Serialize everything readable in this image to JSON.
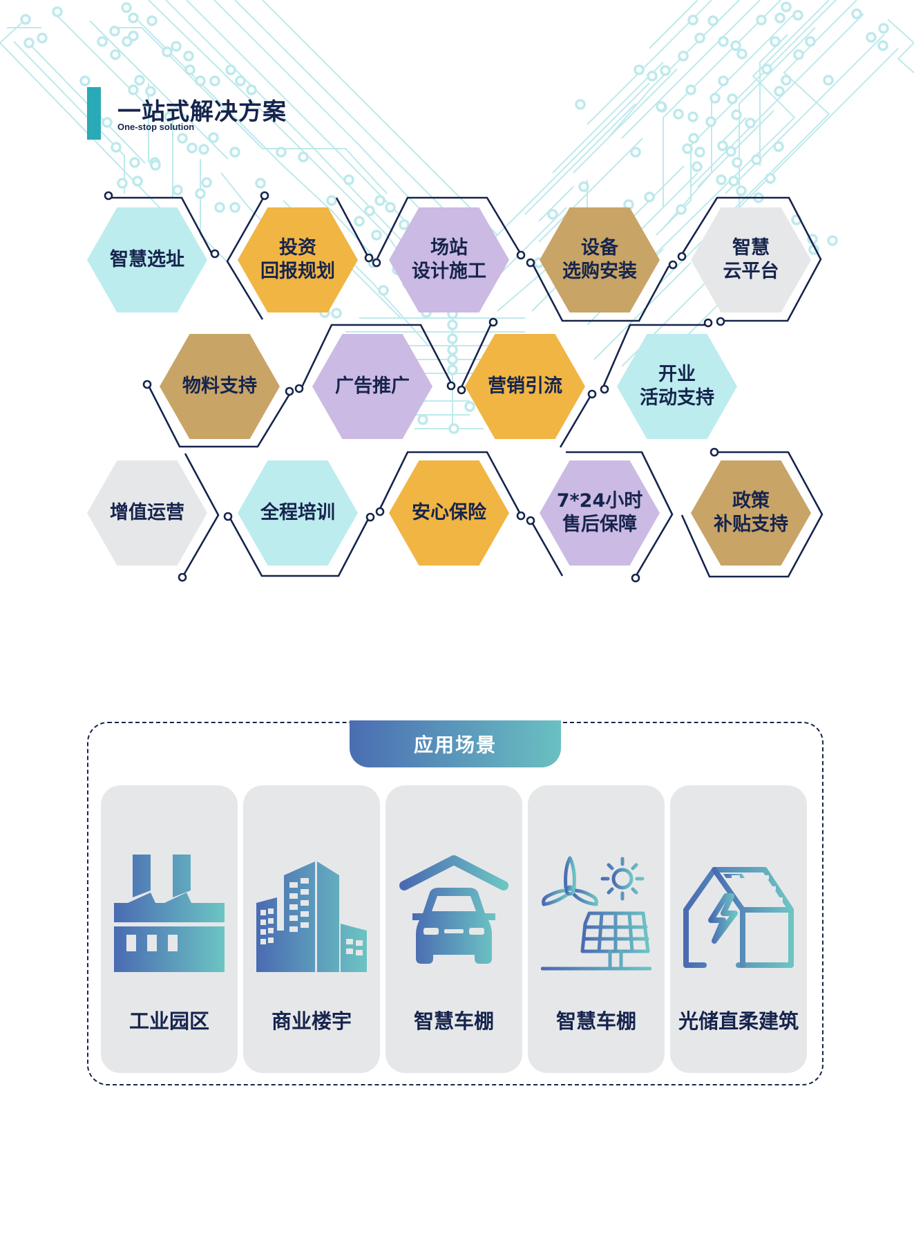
{
  "header": {
    "title": "一站式解决方案",
    "subtitle": "One-stop solution",
    "accent_color": "#2aa9b6"
  },
  "colors": {
    "cyan": "#bcecee",
    "orange": "#f0b543",
    "lavender": "#cbbae3",
    "tan": "#c8a467",
    "gray": "#e6e7e9",
    "navy": "#16244d",
    "circuit": "#bde9ec"
  },
  "solutions": {
    "row1": [
      {
        "label": "智慧选址",
        "color": "cyan"
      },
      {
        "label": "投资\n回报规划",
        "color": "orange"
      },
      {
        "label": "场站\n设计施工",
        "color": "lavender"
      },
      {
        "label": "设备\n选购安装",
        "color": "tan"
      },
      {
        "label": "智慧\n云平台",
        "color": "gray"
      }
    ],
    "row2": [
      {
        "label": "物料支持",
        "color": "tan"
      },
      {
        "label": "广告推广",
        "color": "lavender"
      },
      {
        "label": "营销引流",
        "color": "orange"
      },
      {
        "label": "开业\n活动支持",
        "color": "cyan"
      }
    ],
    "row3": [
      {
        "label": "增值运营",
        "color": "gray"
      },
      {
        "label": "全程培训",
        "color": "cyan"
      },
      {
        "label": "安心保险",
        "color": "orange"
      },
      {
        "label": "7*24小时\n售后保障",
        "color": "lavender"
      },
      {
        "label": "政策\n补贴支持",
        "color": "tan"
      }
    ]
  },
  "scenarios": {
    "title": "应用场景",
    "items": [
      {
        "label": "工业园区",
        "icon": "factory-icon"
      },
      {
        "label": "商业楼宇",
        "icon": "office-building-icon"
      },
      {
        "label": "智慧车棚",
        "icon": "car-garage-icon"
      },
      {
        "label": "智慧车棚",
        "icon": "wind-solar-icon"
      },
      {
        "label": "光储直柔建筑",
        "icon": "solar-house-icon"
      }
    ]
  }
}
